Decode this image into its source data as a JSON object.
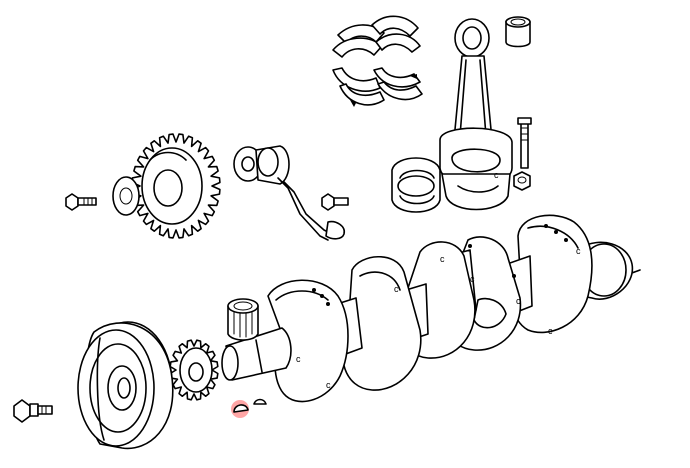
{
  "diagram": {
    "highlight_color": "#ff0000",
    "part_labels": [
      "c",
      "c",
      "c",
      "c",
      "c",
      "c",
      "c",
      "c",
      "c"
    ]
  }
}
